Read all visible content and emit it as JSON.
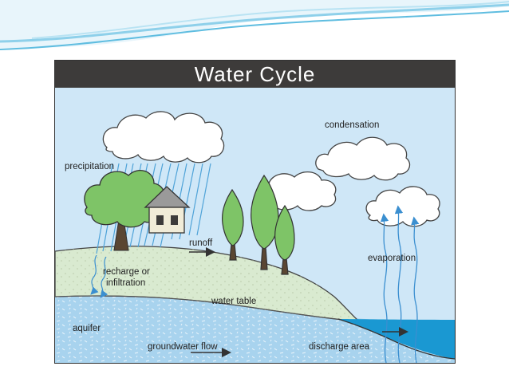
{
  "title": "Water Cycle",
  "labels": {
    "precipitation": "precipitation",
    "condensation": "condensation",
    "runoff": "runoff",
    "recharge_line1": "recharge or",
    "recharge_line2": "infiltration",
    "evaporation": "evaporation",
    "water_table": "water table",
    "aquifer": "aquifer",
    "groundwater_flow": "groundwater flow",
    "discharge_area": "discharge area"
  },
  "colors": {
    "sky": "#cfe7f7",
    "title_bar": "#3d3b3a",
    "land": "#d9ead0",
    "aquifer": "#a8d3ee",
    "water_body": "#1a98d2",
    "tree": "#7ec467",
    "rain": "#4fa3d8"
  }
}
